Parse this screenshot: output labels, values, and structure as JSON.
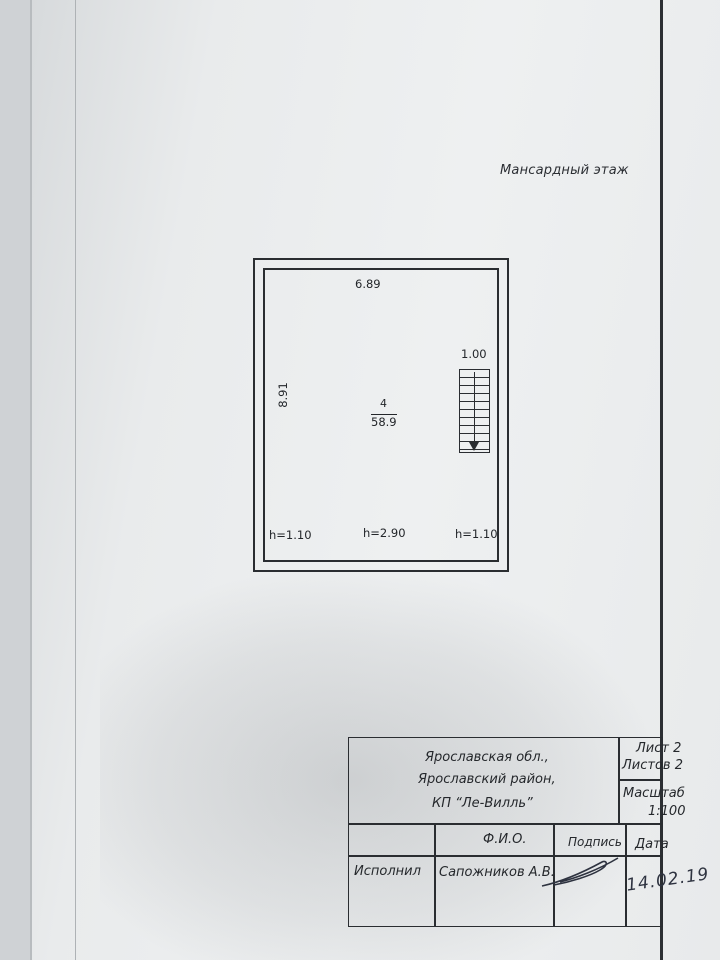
{
  "floor_title": "Мансардный этаж",
  "plan": {
    "width": "6.89",
    "length": "8.91",
    "room_number": "4",
    "room_area": "58.9",
    "stair_width": "1.00",
    "heights": [
      "h=1.10",
      "h=2.90",
      "h=1.10"
    ]
  },
  "title_block": {
    "address": [
      "Ярославская обл.,",
      "Ярославский район,",
      "КП “Ле-Вилль”"
    ],
    "sheet": "Лист 2",
    "sheets": "Листов 2",
    "scale_label": "Масштаб",
    "scale_value": "1:100",
    "col_fio": "Ф.И.О.",
    "col_signature": "Подпись",
    "col_date": "Дата",
    "role": "Исполнил",
    "executor": "Сапожников А.В.",
    "date": "14.02.19"
  }
}
